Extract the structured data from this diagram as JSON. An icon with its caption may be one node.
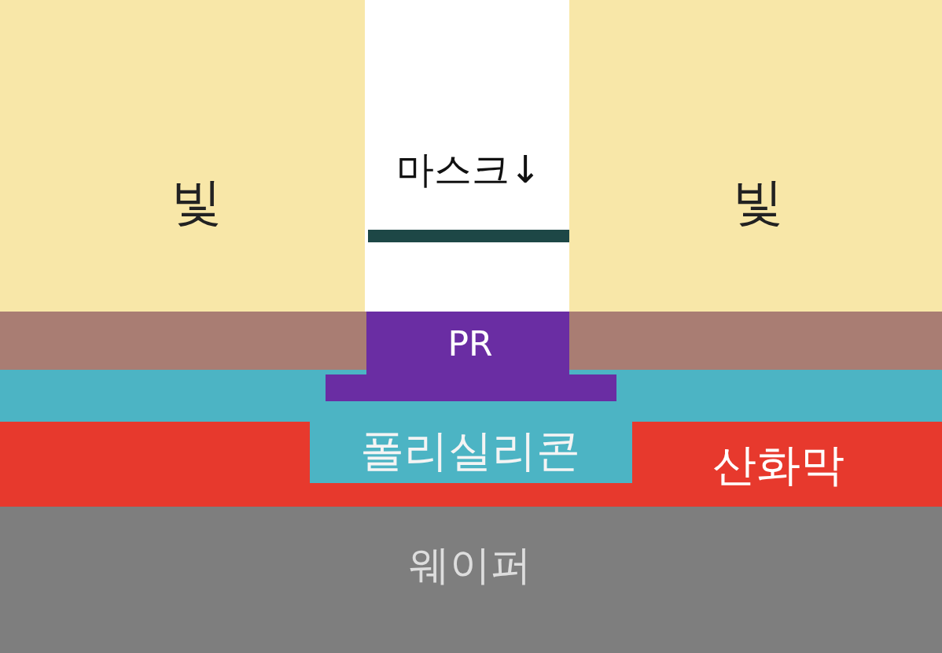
{
  "diagram": {
    "nodes": [
      {
        "text": [
          "빛"
        ]
      },
      {
        "text": [
          "마스크↓"
        ]
      },
      {
        "text": [
          "빛"
        ]
      },
      {
        "text": [],
        "shape": "bar"
      },
      {
        "text": [
          "PR"
        ]
      },
      {
        "text": [
          "폴리실리콘"
        ]
      },
      {
        "text": [
          "산화막"
        ]
      },
      {
        "text": [
          "웨이퍼"
        ]
      }
    ],
    "edges": []
  }
}
